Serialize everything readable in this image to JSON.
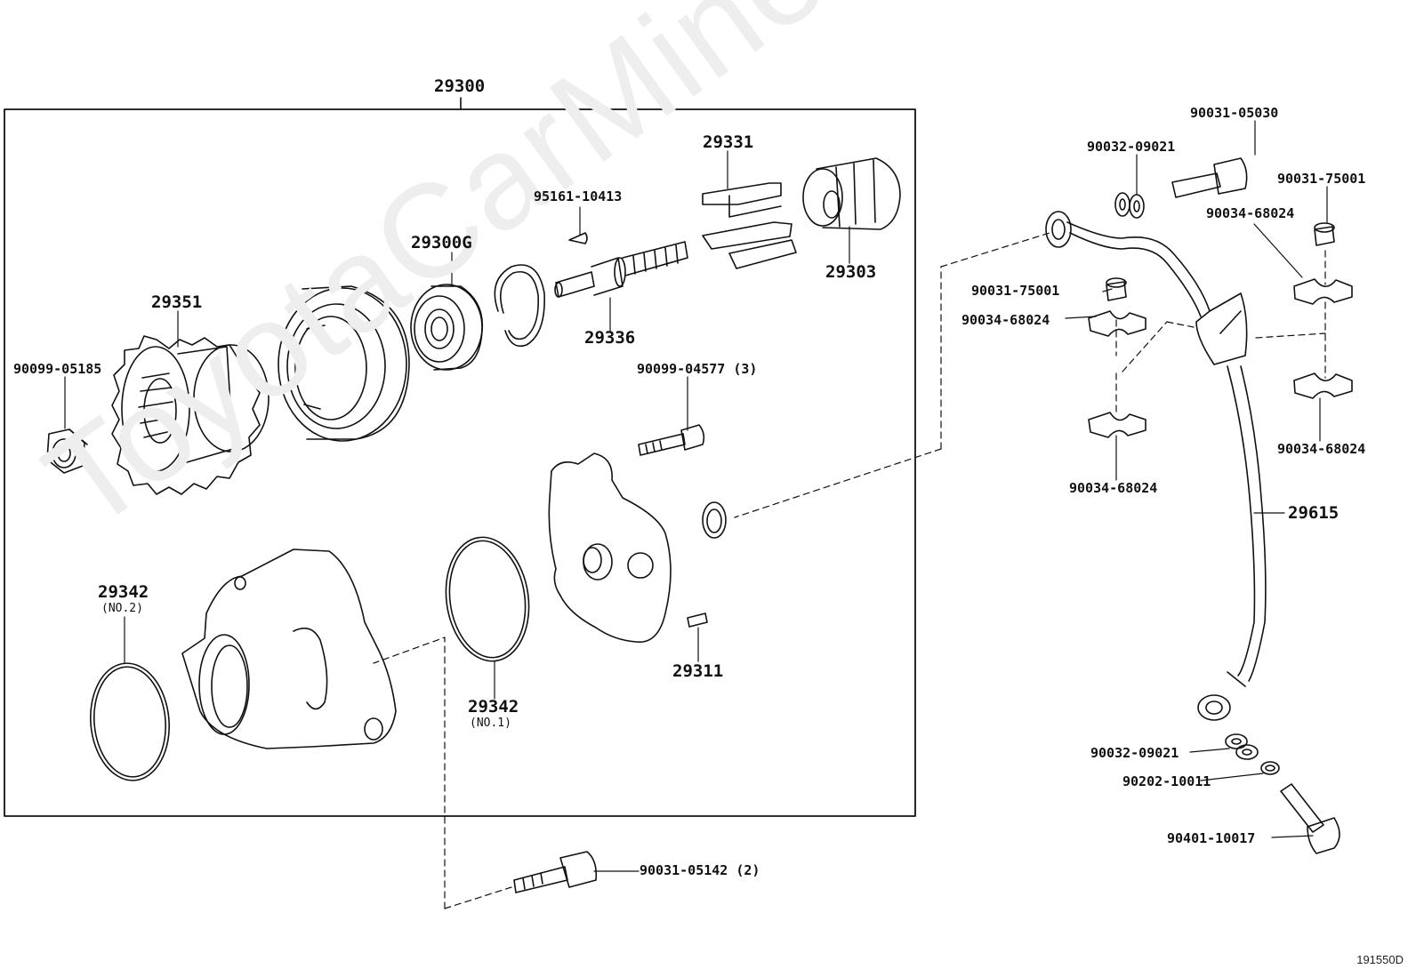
{
  "watermark": "ToyotaCarMine.ru",
  "diagram_code": "191550D",
  "labels": {
    "p29300": "29300",
    "p29331": "29331",
    "p95161": "95161-10413",
    "p29300G": "29300G",
    "p29351": "29351",
    "p29303": "29303",
    "p29336": "29336",
    "p90099_05185": "90099-05185",
    "p90099_04577": "90099-04577 (3)",
    "p29342a": "29342",
    "p29342a_sub": "(NO.2)",
    "p29342b": "29342",
    "p29342b_sub": "(NO.1)",
    "p29311": "29311",
    "p90031_05142": "90031-05142 (2)",
    "p90031_05030": "90031-05030",
    "p90032_top": "90032-09021",
    "p90031_75001_r": "90031-75001",
    "p90034_r1": "90034-68024",
    "p90031_75001_l": "90031-75001",
    "p90034_l1": "90034-68024",
    "p90034_r2": "90034-68024",
    "p90034_l2": "90034-68024",
    "p29615": "29615",
    "p90032_bot": "90032-09021",
    "p90202": "90202-10011",
    "p90401": "90401-10017"
  }
}
